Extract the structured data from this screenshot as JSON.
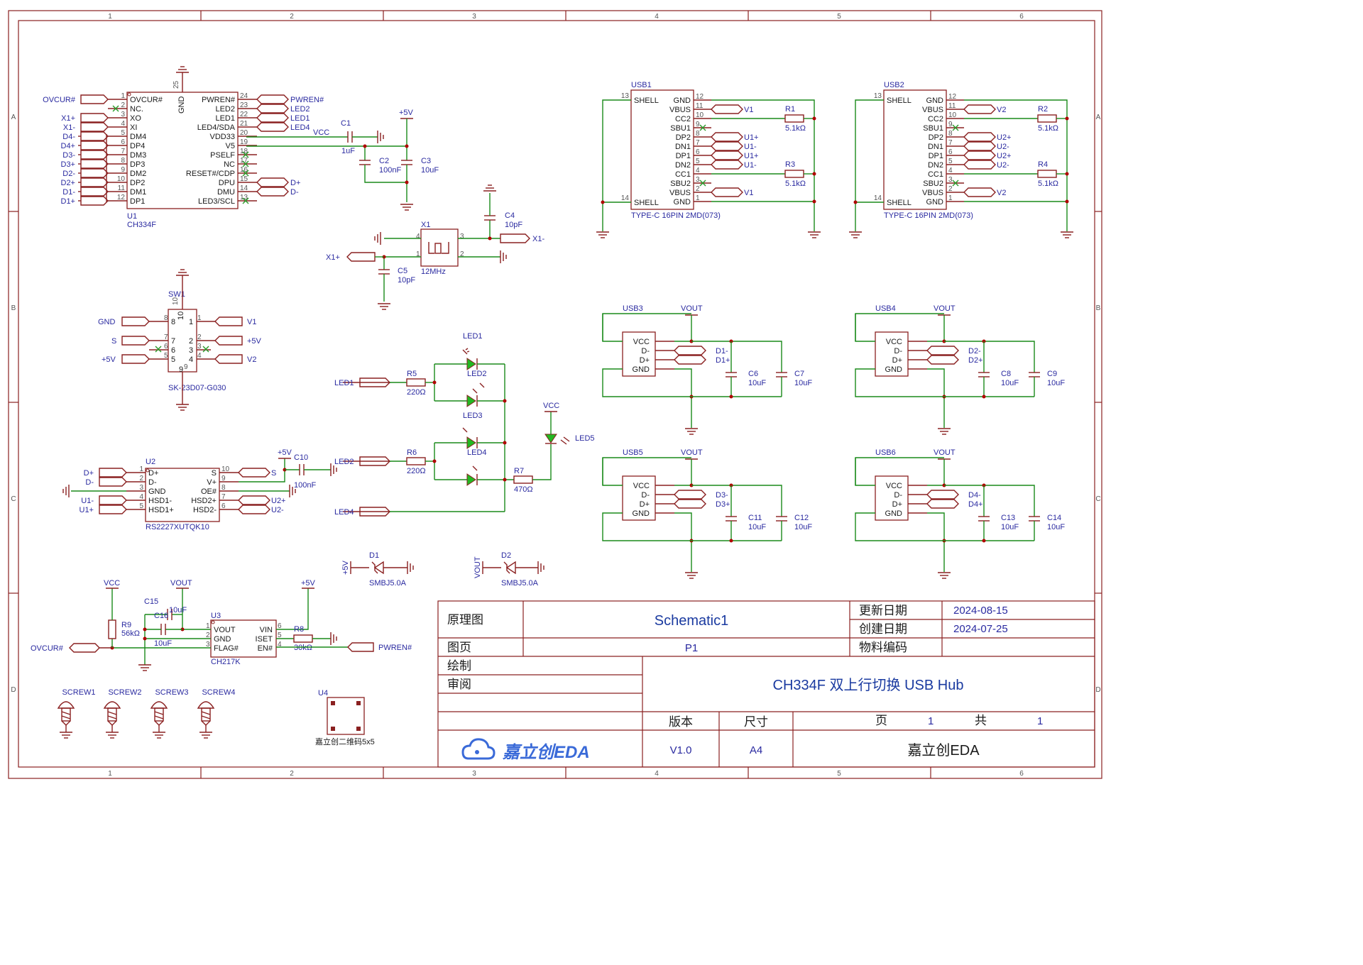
{
  "frame": {
    "cols": [
      "1",
      "2",
      "3",
      "4",
      "5",
      "6"
    ],
    "rows": [
      "A",
      "B",
      "C",
      "D"
    ]
  },
  "title_block": {
    "label_schematic": "原理图",
    "schematic_name": "Schematic1",
    "label_page": "图页",
    "page_name": "P1",
    "label_updated": "更新日期",
    "updated": "2024-08-15",
    "label_created": "创建日期",
    "created": "2024-07-25",
    "label_part_no": "物料编码",
    "label_drawn": "绘制",
    "label_review": "审阅",
    "project_title": "CH334F 双上行切换 USB Hub",
    "label_version": "版本",
    "version": "V1.0",
    "label_size": "尺寸",
    "size": "A4",
    "label_sheet": "页",
    "sheet": "1",
    "label_total": "共",
    "total": "1",
    "company": "嘉立创EDA",
    "logo_text": "嘉立创EDA"
  },
  "u1": {
    "ref": "U1",
    "part": "CH334F",
    "left_pins": [
      {
        "num": "1",
        "name": "OVCUR#",
        "net": "OVCUR#"
      },
      {
        "num": "2",
        "name": "NC.",
        "net": ""
      },
      {
        "num": "3",
        "name": "XO",
        "net": "X1+"
      },
      {
        "num": "4",
        "name": "XI",
        "net": "X1-"
      },
      {
        "num": "5",
        "name": "DM4",
        "net": "D4-"
      },
      {
        "num": "6",
        "name": "DP4",
        "net": "D4+"
      },
      {
        "num": "7",
        "name": "DM3",
        "net": "D3-"
      },
      {
        "num": "8",
        "name": "DP3",
        "net": "D3+"
      },
      {
        "num": "9",
        "name": "DM2",
        "net": "D2-"
      },
      {
        "num": "10",
        "name": "DP2",
        "net": "D2+"
      },
      {
        "num": "11",
        "name": "DM1",
        "net": "D1-"
      },
      {
        "num": "12",
        "name": "DP1",
        "net": "D1+"
      }
    ],
    "right_pins": [
      {
        "num": "24",
        "name": "PWREN#",
        "net": "PWREN#"
      },
      {
        "num": "23",
        "name": "LED2",
        "net": "LED2"
      },
      {
        "num": "22",
        "name": "LED1",
        "net": "LED1"
      },
      {
        "num": "21",
        "name": "LED4/SDA",
        "net": "LED4"
      },
      {
        "num": "20",
        "name": "VDD33",
        "net": "VCC"
      },
      {
        "num": "19",
        "name": "V5",
        "net": ""
      },
      {
        "num": "18",
        "name": "PSELF",
        "net": ""
      },
      {
        "num": "17",
        "name": "NC",
        "net": ""
      },
      {
        "num": "16",
        "name": "RESET#/CDP",
        "net": ""
      },
      {
        "num": "15",
        "name": "DPU",
        "net": "D+"
      },
      {
        "num": "14",
        "name": "DMU",
        "net": "D-"
      },
      {
        "num": "13",
        "name": "LED3/SCL",
        "net": ""
      }
    ],
    "top_pin": {
      "num": "25",
      "name": "GND"
    }
  },
  "c1": {
    "ref": "C1",
    "val": "1uF"
  },
  "c2": {
    "ref": "C2",
    "val": "100nF"
  },
  "c3": {
    "ref": "C3",
    "val": "10uF"
  },
  "c4": {
    "ref": "C4",
    "val": "10pF"
  },
  "c5": {
    "ref": "C5",
    "val": "10pF"
  },
  "x1": {
    "ref": "X1",
    "val": "12MHz",
    "net_left": "X1+",
    "net_right": "X1-",
    "p1": "1",
    "p2": "2",
    "p3": "3",
    "p4": "4"
  },
  "p5v": "+5V",
  "vcc": "VCC",
  "vout": "VOUT",
  "sw1": {
    "ref": "SW1",
    "part": "SK-23D07-G030",
    "pins": {
      "p1": "1",
      "p2": "2",
      "p3": "3",
      "p4": "4",
      "p5": "5",
      "p6": "6",
      "p7": "7",
      "p8": "8",
      "p9": "9",
      "p10": "10"
    },
    "nets": {
      "gnd": "GND",
      "s": "S",
      "p5v": "+5V",
      "v1": "V1",
      "p5v_r": "+5V",
      "v2": "V2"
    }
  },
  "u2": {
    "ref": "U2",
    "part": "RS2227XUTQK10",
    "left": [
      {
        "num": "1",
        "name": "D+",
        "net": "D+"
      },
      {
        "num": "2",
        "name": "D-",
        "net": "D-"
      },
      {
        "num": "3",
        "name": "GND",
        "net": ""
      },
      {
        "num": "4",
        "name": "HSD1-",
        "net": "U1-"
      },
      {
        "num": "5",
        "name": "HSD1+",
        "net": "U1+"
      }
    ],
    "right": [
      {
        "num": "10",
        "name": "S",
        "net": "S"
      },
      {
        "num": "9",
        "name": "V+",
        "net": ""
      },
      {
        "num": "8",
        "name": "OE#",
        "net": ""
      },
      {
        "num": "7",
        "name": "HSD2+",
        "net": "U2+"
      },
      {
        "num": "6",
        "name": "HSD2-",
        "net": "U2-"
      }
    ]
  },
  "c10": {
    "ref": "C10",
    "val": "100nF"
  },
  "leds": {
    "led1": "LED1",
    "led2": "LED2",
    "led3": "LED3",
    "led4": "LED4",
    "led5": "LED5",
    "net_led1": "LED1",
    "net_led2": "LED2",
    "net_led4": "LED4"
  },
  "r5": {
    "ref": "R5",
    "val": "220Ω"
  },
  "r6": {
    "ref": "R6",
    "val": "220Ω"
  },
  "r7": {
    "ref": "R7",
    "val": "470Ω"
  },
  "d1": {
    "ref": "D1",
    "val": "SMBJ5.0A",
    "net": "+5V"
  },
  "d2": {
    "ref": "D2",
    "val": "SMBJ5.0A",
    "net": "VOUT"
  },
  "u3": {
    "ref": "U3",
    "part": "CH217K",
    "left": [
      {
        "num": "1",
        "name": "VOUT"
      },
      {
        "num": "2",
        "name": "GND"
      },
      {
        "num": "3",
        "name": "FLAG#"
      }
    ],
    "right": [
      {
        "num": "6",
        "name": "VIN"
      },
      {
        "num": "5",
        "name": "ISET"
      },
      {
        "num": "4",
        "name": "EN#"
      }
    ],
    "net_ovcur": "OVCUR#",
    "net_pwren": "PWREN#"
  },
  "r8": {
    "ref": "R8",
    "val": "30kΩ"
  },
  "r9": {
    "ref": "R9",
    "val": "56kΩ"
  },
  "c15": {
    "ref": "C15",
    "val": "10uF"
  },
  "c16": {
    "ref": "C16",
    "val": "10uF"
  },
  "screws": [
    "SCREW1",
    "SCREW2",
    "SCREW3",
    "SCREW4"
  ],
  "u4": {
    "ref": "U4",
    "val": "嘉立创二维码5x5"
  },
  "usb_c": [
    {
      "ref": "USB1",
      "part": "TYPE-C 16PIN 2MD(073)",
      "vnet": "V1",
      "dp": "U1+",
      "dn": "U1-",
      "r_top": "R1",
      "r_bot": "R3",
      "rval": "5.1kΩ"
    },
    {
      "ref": "USB2",
      "part": "TYPE-C 16PIN 2MD(073)",
      "vnet": "V2",
      "dp": "U2+",
      "dn": "U2-",
      "r_top": "R2",
      "r_bot": "R4",
      "rval": "5.1kΩ"
    }
  ],
  "usb_c_pins": {
    "left_top": "13",
    "left_bot": "14",
    "shell": "SHELL",
    "right": [
      {
        "num": "12",
        "name": "GND"
      },
      {
        "num": "11",
        "name": "VBUS"
      },
      {
        "num": "10",
        "name": "CC2"
      },
      {
        "num": "9",
        "name": "SBU1"
      },
      {
        "num": "8",
        "name": "DP2"
      },
      {
        "num": "7",
        "name": "DN1"
      },
      {
        "num": "6",
        "name": "DP1"
      },
      {
        "num": "5",
        "name": "DN2"
      },
      {
        "num": "4",
        "name": "CC1"
      },
      {
        "num": "3",
        "name": "SBU2"
      },
      {
        "num": "2",
        "name": "VBUS"
      },
      {
        "num": "1",
        "name": "GND"
      }
    ]
  },
  "usb_a": [
    {
      "ref": "USB3",
      "dm": "D1-",
      "dp": "D1+",
      "ca": "C6",
      "cb": "C7"
    },
    {
      "ref": "USB4",
      "dm": "D2-",
      "dp": "D2+",
      "ca": "C8",
      "cb": "C9"
    },
    {
      "ref": "USB5",
      "dm": "D3-",
      "dp": "D3+",
      "ca": "C11",
      "cb": "C12"
    },
    {
      "ref": "USB6",
      "dm": "D4-",
      "dp": "D4+",
      "ca": "C13",
      "cb": "C14"
    }
  ],
  "usb_a_pins": [
    "VCC",
    "D-",
    "D+",
    "GND"
  ],
  "usb_a_cval": "10uF"
}
